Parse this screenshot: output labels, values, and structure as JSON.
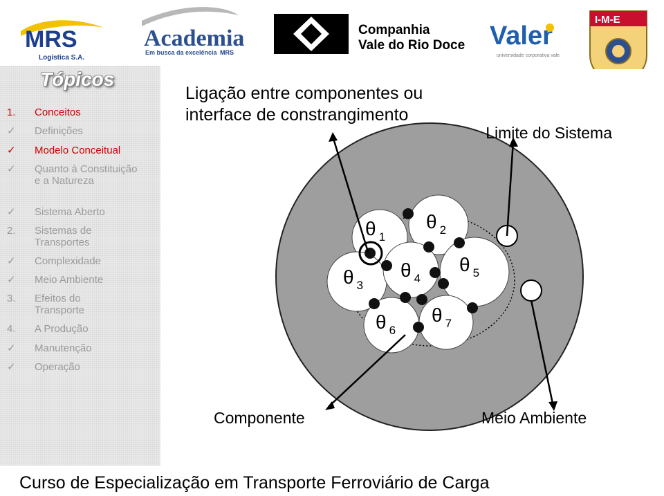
{
  "logos": {
    "mrs": {
      "text": "MRS",
      "subtitle": "Logística S.A."
    },
    "academia": {
      "text": "Academia",
      "subtitle": "Em busca da excelência",
      "badge": "MRS"
    },
    "cvrd": {
      "line1": "Companhia",
      "line2": "Vale do Rio Doce"
    },
    "valer": {
      "text": "Valer",
      "subtitle": "universidade corporativa vale"
    },
    "ime": {
      "text": "I-M-E"
    }
  },
  "sidebar": {
    "title": "Tópicos",
    "items": [
      {
        "marker": "1.",
        "label": "Conceitos",
        "current": true
      },
      {
        "marker": "✓",
        "label": "Definições",
        "current": false
      },
      {
        "marker": "✓",
        "label": "Modelo Conceitual",
        "current": true
      },
      {
        "marker": "✓",
        "label": "Quanto à Constituição e a Natureza",
        "current": false
      },
      {
        "marker": "✓",
        "label": "Sistema Aberto",
        "current": false
      },
      {
        "marker": "2.",
        "label": "Sistemas de Transportes",
        "current": false
      },
      {
        "marker": "✓",
        "label": "Complexidade",
        "current": false
      },
      {
        "marker": "✓",
        "label": "Meio Ambiente",
        "current": false
      },
      {
        "marker": "3.",
        "label": "Efeitos do Transporte",
        "current": false
      },
      {
        "marker": "4.",
        "label": "A Produção",
        "current": false
      },
      {
        "marker": "✓",
        "label": "Manutenção",
        "current": false
      },
      {
        "marker": "✓",
        "label": "Operação",
        "current": false
      }
    ]
  },
  "main": {
    "heading_line1": "Ligação entre componentes ou",
    "heading_line2": "interface de constrangimento",
    "label_limit": "Limite do Sistema",
    "label_component": "Componente",
    "label_environment": "Meio Ambiente",
    "thetas": {
      "t1": {
        "sym": "θ",
        "sub": "1"
      },
      "t2": {
        "sym": "θ",
        "sub": "2"
      },
      "t3": {
        "sym": "θ",
        "sub": "3"
      },
      "t4": {
        "sym": "θ",
        "sub": "4"
      },
      "t5": {
        "sym": "θ",
        "sub": "5"
      },
      "t6": {
        "sym": "θ",
        "sub": "6"
      },
      "t7": {
        "sym": "θ",
        "sub": "7"
      }
    }
  },
  "footer": {
    "text": "Curso de Especialização em Transporte Ferroviário de Carga"
  },
  "colors": {
    "system_fill": "#9e9e9e",
    "current_topic": "#cc0000",
    "topic": "#9a9a9a"
  }
}
